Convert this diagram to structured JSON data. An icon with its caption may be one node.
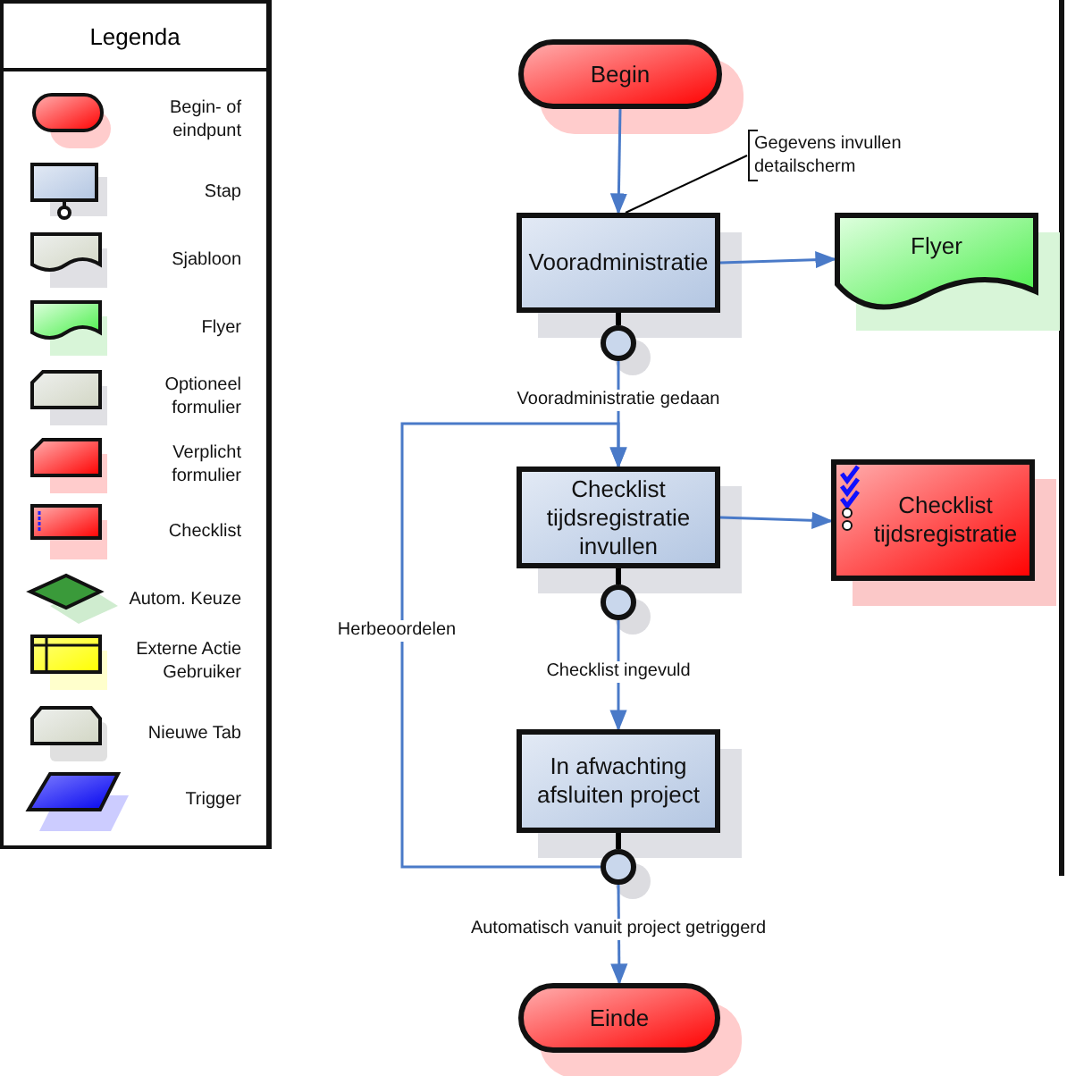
{
  "diagram": {
    "nodes": [
      {
        "text": [
          "Begin"
        ]
      },
      {
        "text": [
          "Vooradministratie"
        ]
      },
      {
        "text": [
          "Flyer"
        ]
      },
      {
        "text": [],
        "shape": "circle"
      },
      {
        "text": [
          "Checklist tijdsregistratie invullen"
        ]
      },
      {
        "text": [
          "Checklist tijdsregistratie"
        ]
      },
      {
        "text": [],
        "shape": "circle"
      },
      {
        "text": [
          "In afwachting afsluiten project"
        ]
      },
      {
        "text": [],
        "shape": "circle"
      },
      {
        "text": [
          "Einde"
        ]
      },
      {
        "text": [
          "Gegevens invullen detailscherm"
        ]
      }
    ],
    "edges": [
      {
        "from": 0,
        "to": 1,
        "arrow": "to"
      },
      {
        "from": 1,
        "to": 2,
        "arrow": "to"
      },
      {
        "from": 1,
        "to": 3,
        "arrow": "none",
        "style": "thick",
        "color": "#000000"
      },
      {
        "from": 3,
        "to": 4,
        "arrow": "to",
        "label": "Vooradministratie gedaan"
      },
      {
        "from": 4,
        "to": 5,
        "arrow": "to"
      },
      {
        "from": 4,
        "to": 6,
        "arrow": "none",
        "style": "thick",
        "color": "#000000"
      },
      {
        "from": 6,
        "to": 7,
        "arrow": "to",
        "label": "Checklist ingevuld"
      },
      {
        "from": 7,
        "to": 8,
        "arrow": "none",
        "style": "thick",
        "color": "#000000"
      },
      {
        "from": 8,
        "to": 9,
        "arrow": "to",
        "label": "Automatisch vanuit project getriggerd"
      },
      {
        "from": 8,
        "to": 4,
        "arrow": "to",
        "label": "Herbeoordelen"
      },
      {
        "from": 10,
        "to": 1,
        "arrow": "none",
        "color": "#000000"
      }
    ],
    "labels": [
      "Legenda"
    ],
    "legend": [
      {
        "text": "Begin- of eindpunt"
      },
      {
        "text": "Stap"
      },
      {
        "text": "Sjabloon"
      },
      {
        "text": "Flyer"
      },
      {
        "text": "Optioneel formulier"
      },
      {
        "text": "Verplicht formulier"
      },
      {
        "text": "Checklist"
      },
      {
        "text": "Autom. Keuze"
      },
      {
        "text": "Externe Actie Gebruiker"
      },
      {
        "text": "Nieuwe Tab"
      },
      {
        "text": "Trigger"
      }
    ]
  }
}
